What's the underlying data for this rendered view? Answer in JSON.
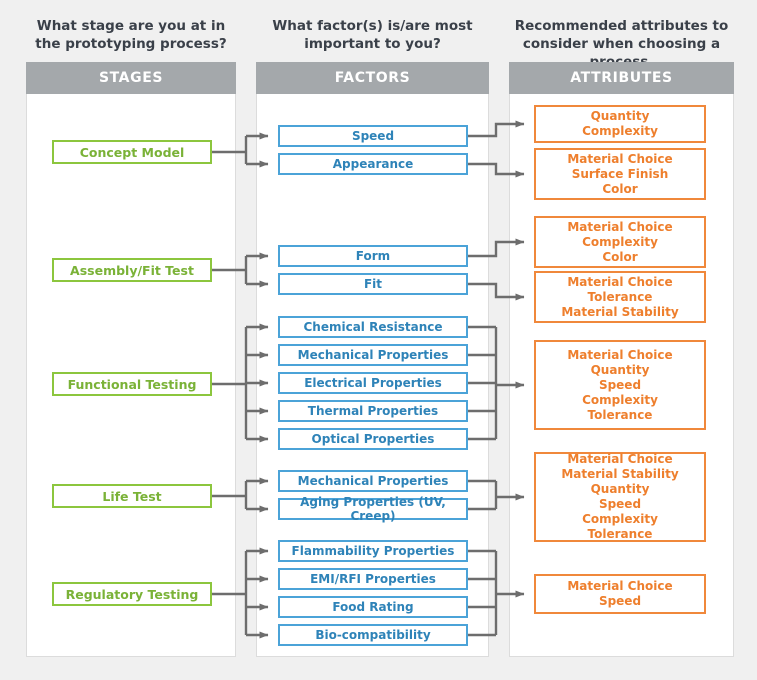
{
  "columns": {
    "stages": {
      "question": "What stage are you at in the prototyping process?",
      "header": "STAGES"
    },
    "factors": {
      "question": "What factor(s) is/are most important to you?",
      "header": "FACTORS"
    },
    "attributes": {
      "question": "Recommended attributes to consider when choosing a process.",
      "header": "ATTRIBUTES"
    }
  },
  "colors": {
    "stage_border": "#8cc63e",
    "stage_text": "#7ab237",
    "factor_border": "#4ba3d8",
    "factor_text": "#2e83b8",
    "attribute_border": "#f0883b",
    "attribute_text": "#ee7f2d",
    "header_bg": "#a4a8ab",
    "page_bg": "#f0f0f0",
    "connector": "#6d6d6d"
  },
  "stages": [
    {
      "label": "Concept Model"
    },
    {
      "label": "Assembly/Fit Test"
    },
    {
      "label": "Functional Testing"
    },
    {
      "label": "Life Test"
    },
    {
      "label": "Regulatory Testing"
    }
  ],
  "factors": [
    {
      "label": "Speed"
    },
    {
      "label": "Appearance"
    },
    {
      "label": "Form"
    },
    {
      "label": "Fit"
    },
    {
      "label": "Chemical Resistance"
    },
    {
      "label": "Mechanical Properties"
    },
    {
      "label": "Electrical Properties"
    },
    {
      "label": "Thermal Properties"
    },
    {
      "label": "Optical Properties"
    },
    {
      "label": "Mechanical Properties"
    },
    {
      "label": "Aging Properties (UV, Creep)"
    },
    {
      "label": "Flammability Properties"
    },
    {
      "label": "EMI/RFI Properties"
    },
    {
      "label": "Food Rating"
    },
    {
      "label": "Bio-compatibility"
    }
  ],
  "attributes": [
    {
      "label": "Quantity\nComplexity"
    },
    {
      "label": "Material Choice\nSurface Finish\nColor"
    },
    {
      "label": "Material Choice\nComplexity\nColor"
    },
    {
      "label": "Material Choice\nTolerance\nMaterial Stability"
    },
    {
      "label": "Material Choice\nQuantity\nSpeed\nComplexity\nTolerance"
    },
    {
      "label": "Material Choice\nMaterial Stability\nQuantity\nSpeed\nComplexity\nTolerance"
    },
    {
      "label": "Material Choice\nSpeed"
    }
  ],
  "mapping": {
    "stage_to_factors": [
      [
        0,
        1
      ],
      [
        2,
        3
      ],
      [
        4,
        5,
        6,
        7,
        8
      ],
      [
        9,
        10
      ],
      [
        11,
        12,
        13,
        14
      ]
    ],
    "factors_to_attribute": [
      [
        0
      ],
      [
        1
      ],
      [
        2
      ],
      [
        3
      ],
      [
        4,
        5,
        6,
        7,
        8
      ],
      [
        9,
        10
      ],
      [
        11,
        12,
        13,
        14
      ]
    ]
  }
}
